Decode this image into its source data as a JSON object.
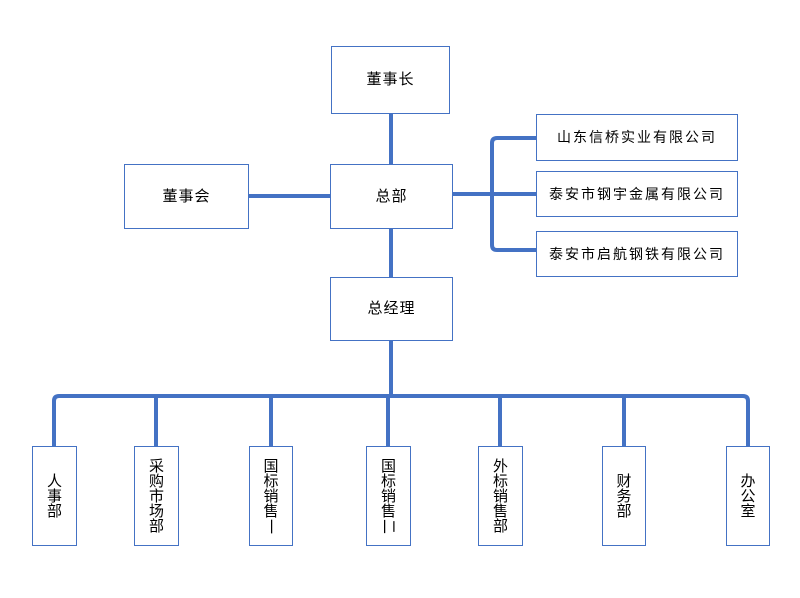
{
  "colors": {
    "accent": "#4472C4",
    "text": "#000000",
    "box_fill": "#ffffff",
    "page_background": "#ffffff"
  },
  "org": {
    "chairman": "董事长",
    "board": "董事会",
    "headquarters": "总部",
    "general_manager": "总经理",
    "subsidiary_1": "山东信桥实业有限公司",
    "subsidiary_2": "泰安市钢宇金属有限公司",
    "subsidiary_3": "泰安市启航钢铁有限公司",
    "dept_1": "人事部",
    "dept_2": "采购市场部",
    "dept_3": "国标销售一",
    "dept_4": "国标销售二",
    "dept_5": "外标销售部",
    "dept_6": "财务部",
    "dept_7": "办公室"
  },
  "structure": {
    "connections": [
      {
        "from": "chairman",
        "to": "headquarters"
      },
      {
        "from": "board",
        "to": "headquarters"
      },
      {
        "from": "headquarters",
        "to": "subsidiary_1"
      },
      {
        "from": "headquarters",
        "to": "subsidiary_2"
      },
      {
        "from": "headquarters",
        "to": "subsidiary_3"
      },
      {
        "from": "headquarters",
        "to": "general_manager"
      },
      {
        "from": "general_manager",
        "to": "dept_1"
      },
      {
        "from": "general_manager",
        "to": "dept_2"
      },
      {
        "from": "general_manager",
        "to": "dept_3"
      },
      {
        "from": "general_manager",
        "to": "dept_4"
      },
      {
        "from": "general_manager",
        "to": "dept_5"
      },
      {
        "from": "general_manager",
        "to": "dept_6"
      },
      {
        "from": "general_manager",
        "to": "dept_7"
      }
    ]
  }
}
